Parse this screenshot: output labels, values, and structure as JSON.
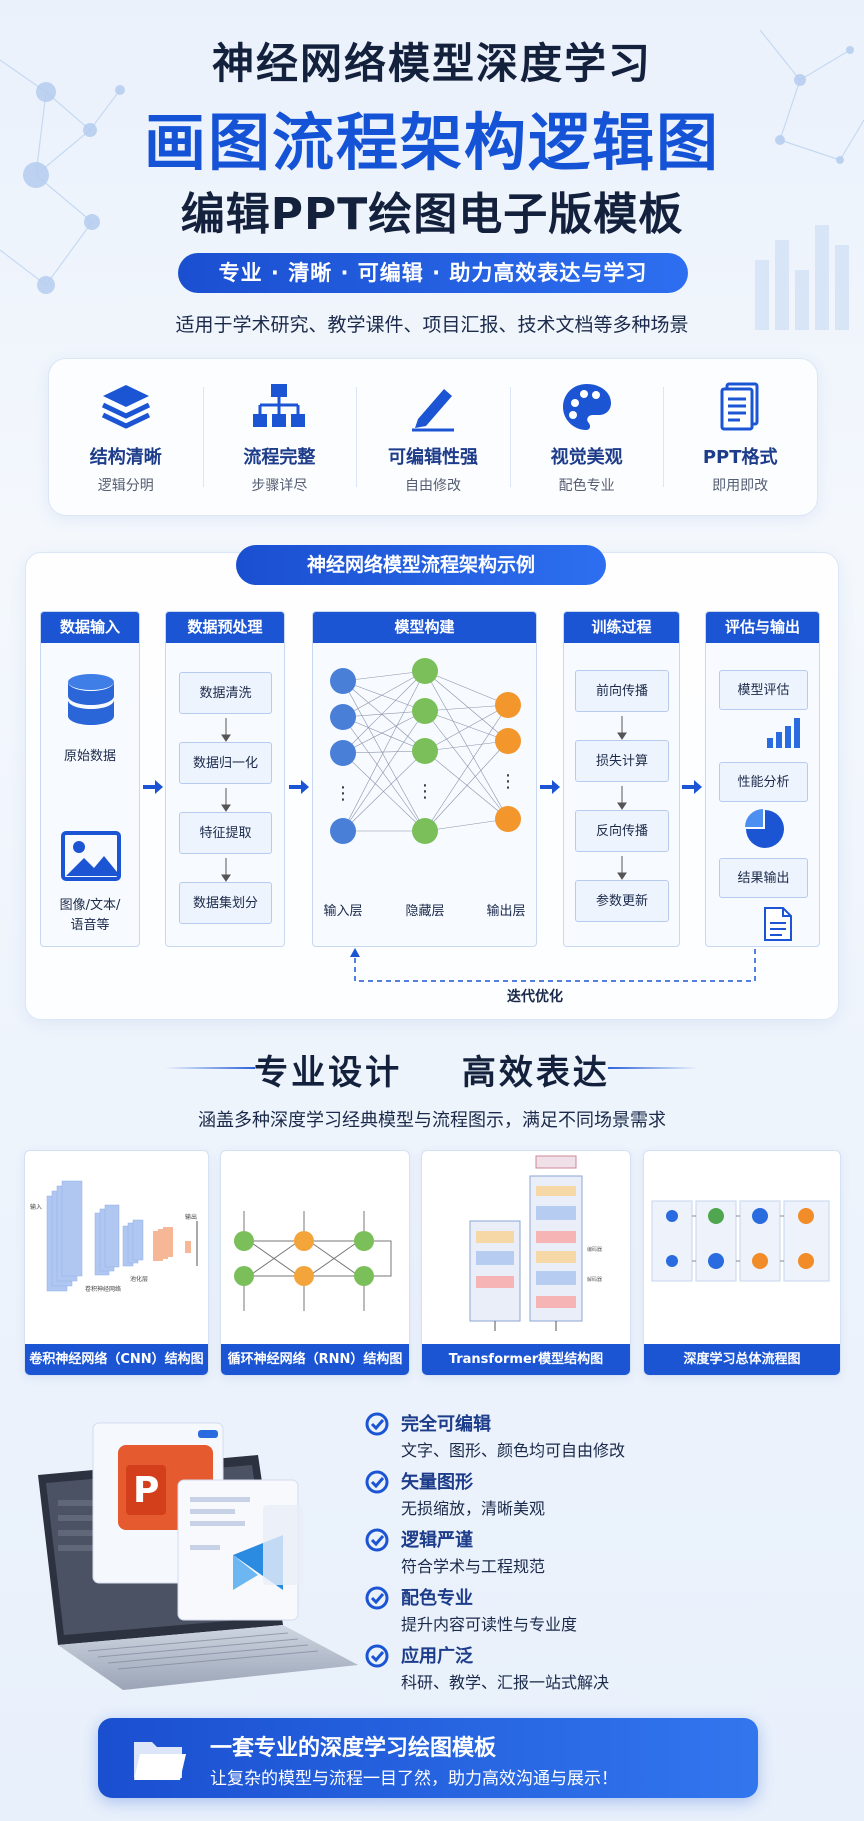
{
  "hero": {
    "line1": "神经网络模型深度学习",
    "line2": "画图流程架构逻辑图",
    "line3": "编辑PPT绘图电子版模板",
    "pill": "专业 · 清晰 · 可编辑 · 助力高效表达与学习",
    "subtitle": "适用于学术研究、教学课件、项目汇报、技术文档等多种场景"
  },
  "features": [
    {
      "icon": "layers-icon",
      "title": "结构清晰",
      "sub": "逻辑分明"
    },
    {
      "icon": "flowchart-icon",
      "title": "流程完整",
      "sub": "步骤详尽"
    },
    {
      "icon": "pencil-icon",
      "title": "可编辑性强",
      "sub": "自由修改"
    },
    {
      "icon": "palette-icon",
      "title": "视觉美观",
      "sub": "配色专业"
    },
    {
      "icon": "document-icon",
      "title": "PPT格式",
      "sub": "即用即改"
    }
  ],
  "architecture": {
    "title": "神经网络模型流程架构示例",
    "columns": {
      "input": {
        "head": "数据输入",
        "raw": "原始数据",
        "media_line1": "图像/文本/",
        "media_line2": "语音等"
      },
      "preprocess": {
        "head": "数据预处理",
        "steps": [
          "数据清洗",
          "数据归一化",
          "特征提取",
          "数据集划分"
        ]
      },
      "model": {
        "head": "模型构建",
        "layers": [
          "输入层",
          "隐藏层",
          "输出层"
        ],
        "ellipsis": "⋮"
      },
      "training": {
        "head": "训练过程",
        "steps": [
          "前向传播",
          "损失计算",
          "反向传播",
          "参数更新"
        ]
      },
      "evaluation": {
        "head": "评估与输出",
        "steps": [
          "模型评估",
          "性能分析",
          "结果输出"
        ]
      }
    },
    "loop_label": "迭代优化"
  },
  "section2": {
    "title_a": "专业设计",
    "title_b": "高效表达",
    "subtitle": "涵盖多种深度学习经典模型与流程图示，满足不同场景需求",
    "thumbnails": [
      "卷积神经网络（CNN）结构图",
      "循环神经网络（RNN）结构图",
      "Transformer模型结构图",
      "深度学习总体流程图"
    ]
  },
  "benefits": [
    {
      "title": "完全可编辑",
      "sub": "文字、图形、颜色均可自由修改"
    },
    {
      "title": "矢量图形",
      "sub": "无损缩放，清晰美观"
    },
    {
      "title": "逻辑严谨",
      "sub": "符合学术与工程规范"
    },
    {
      "title": "配色专业",
      "sub": "提升内容可读性与专业度"
    },
    {
      "title": "应用广泛",
      "sub": "科研、教学、汇报一站式解决"
    }
  ],
  "banner": {
    "line1": "一套专业的深度学习绘图模板",
    "line2": "让复杂的模型与流程一目了然，助力高效沟通与展示！"
  },
  "colors": {
    "primary": "#1b55d4",
    "navy": "#14213d",
    "node_blue": "#4a7fd8",
    "node_green": "#7bbf5a",
    "node_orange": "#f3962c"
  }
}
